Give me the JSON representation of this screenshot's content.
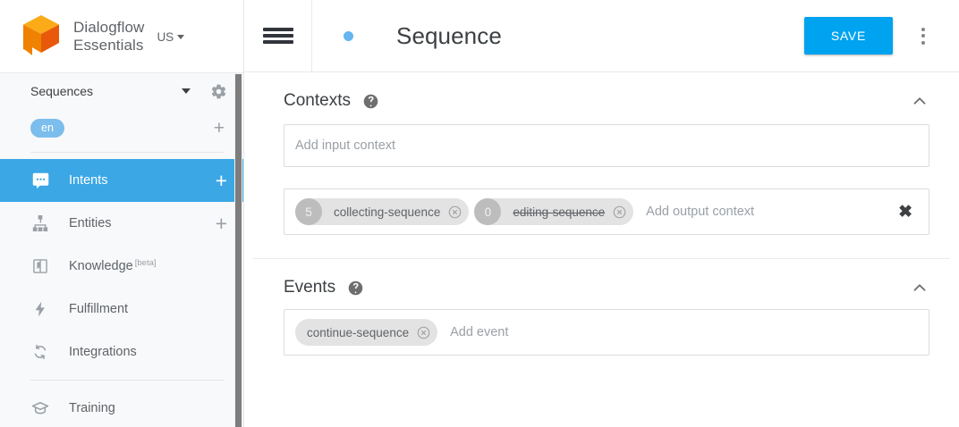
{
  "sidebar": {
    "brand": {
      "logo_icon": "dialogflow-cube-logo",
      "name": "Dialogflow\nEssentials",
      "region": "US",
      "region_caret_icon": "caret-down-icon"
    },
    "agent": {
      "name": "Sequences",
      "dropdown_icon": "caret-down-icon",
      "settings_icon": "gear-icon"
    },
    "language": {
      "chip": "en",
      "add_icon": "plus-icon"
    },
    "items": [
      {
        "label": "Intents",
        "icon": "speech-bubble-icon",
        "active": true,
        "plus": "+"
      },
      {
        "label": "Entities",
        "icon": "hierarchy-icon",
        "active": false,
        "plus": "+"
      },
      {
        "label": "Knowledge",
        "icon": "book-icon",
        "active": false,
        "beta": "[beta]"
      },
      {
        "label": "Fulfillment",
        "icon": "lightning-bolt-icon",
        "active": false
      },
      {
        "label": "Integrations",
        "icon": "sync-arrows-icon",
        "active": false
      },
      {
        "label": "Training",
        "icon": "graduation-cap-icon",
        "active": false
      }
    ]
  },
  "header": {
    "menu_icon": "hamburger-menu-icon",
    "status_dot": "blue-status-dot",
    "title": "Sequence",
    "save_label": "SAVE",
    "overflow_icon": "kebab-menu-icon"
  },
  "contexts": {
    "title": "Contexts",
    "help_icon": "help-circle-icon",
    "collapse_icon": "chevron-up-icon",
    "input_placeholder": "Add input context",
    "output_placeholder": "Add output context",
    "clear_icon": "close-x-icon",
    "output_chips": [
      {
        "lifespan": "5",
        "name": "collecting-sequence",
        "expired": false,
        "remove_icon": "remove-circle-icon"
      },
      {
        "lifespan": "0",
        "name": "editing-sequence",
        "expired": true,
        "remove_icon": "remove-circle-icon"
      }
    ]
  },
  "events": {
    "title": "Events",
    "help_icon": "help-circle-icon",
    "collapse_icon": "chevron-up-icon",
    "placeholder": "Add event",
    "chips": [
      {
        "name": "continue-sequence",
        "remove_icon": "remove-circle-icon"
      }
    ]
  },
  "colors": {
    "accent_blue": "#00a3f0",
    "active_nav": "#3ba7e5",
    "lang_chip": "#7bbdec",
    "logo_orange": "#f79a1e",
    "sidebar_bg": "#f8f9fa"
  }
}
